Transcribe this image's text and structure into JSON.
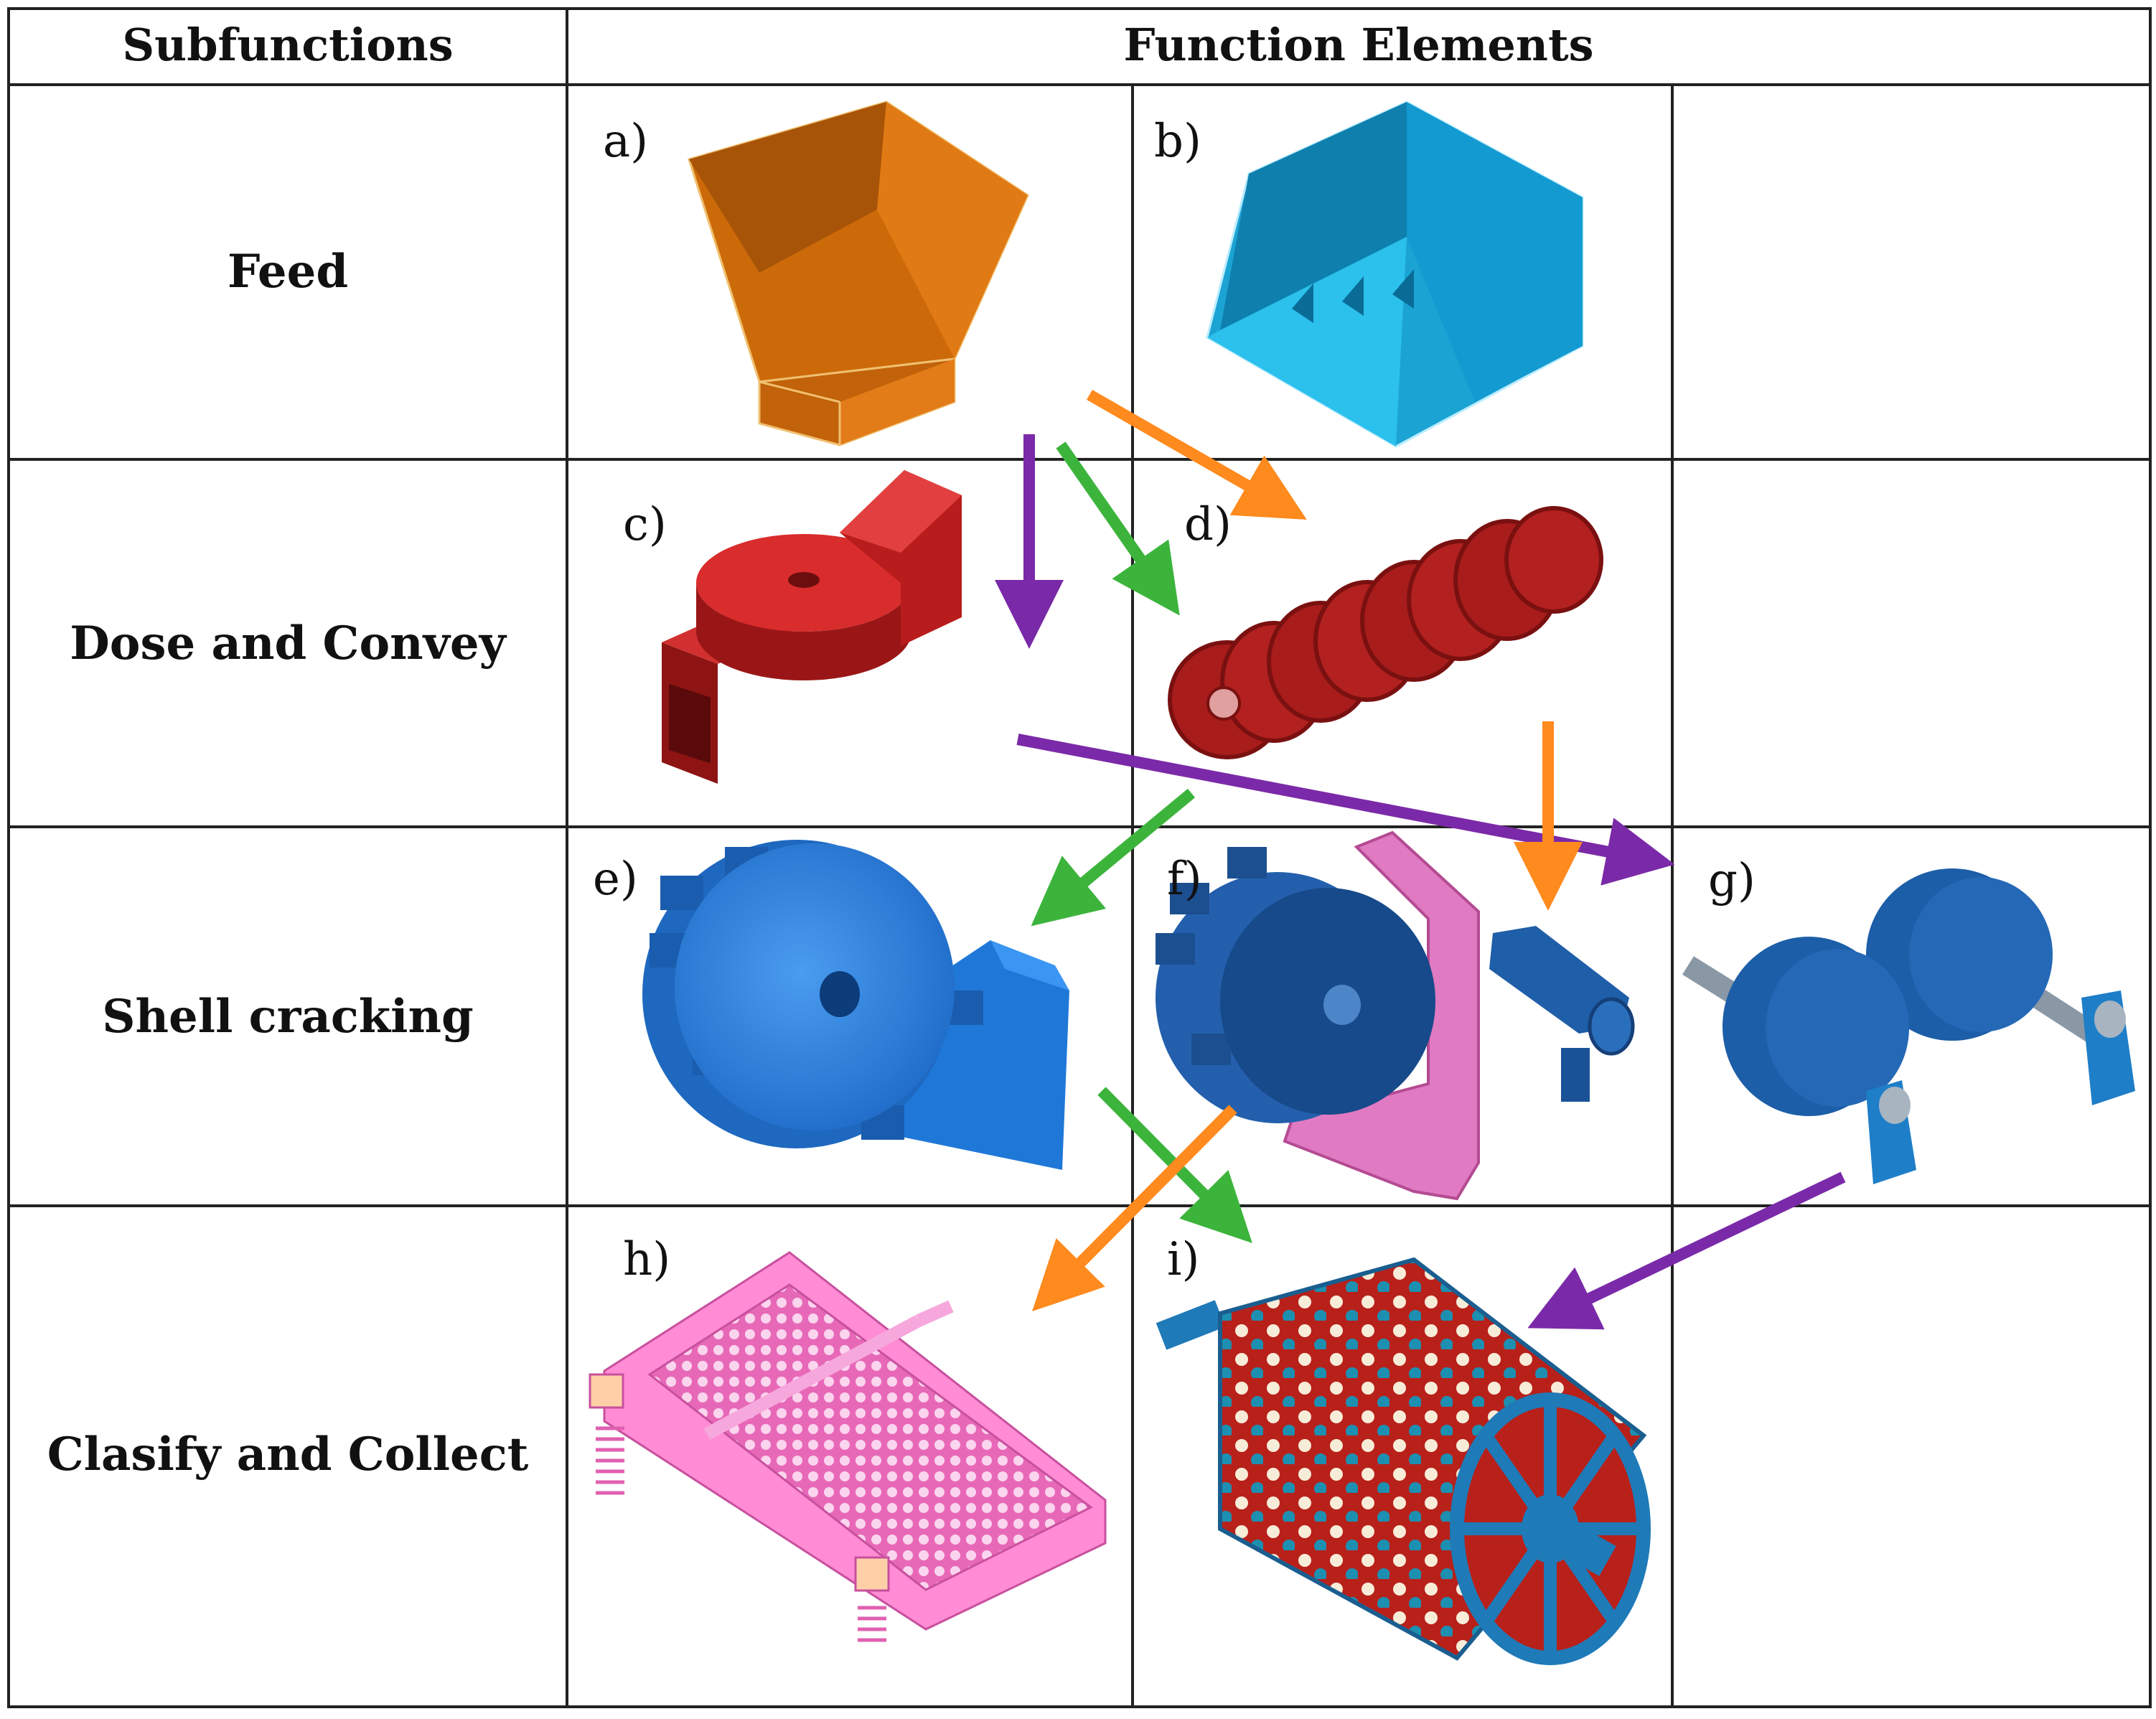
{
  "table": {
    "header_subfunctions": "Subfunctions",
    "header_function_elements": "Function Elements",
    "rows": [
      {
        "subfunction": "Feed"
      },
      {
        "subfunction": "Dose and Convey"
      },
      {
        "subfunction": "Shell cracking"
      },
      {
        "subfunction": "Clasify and Collect"
      }
    ]
  },
  "elements": [
    {
      "tag": "a)",
      "part": "hopper",
      "color": "#cc6a0a"
    },
    {
      "tag": "b)",
      "part": "feed-box",
      "color": "#1aa0cf"
    },
    {
      "tag": "c)",
      "part": "rotary-doser",
      "color": "#c42020"
    },
    {
      "tag": "d)",
      "part": "screw-conveyor",
      "color": "#a81c1c"
    },
    {
      "tag": "e)",
      "part": "cracking-drum-with-plate",
      "color": "#2a7fd8"
    },
    {
      "tag": "f)",
      "part": "cracking-drum-with-rack",
      "color": "#2466b8"
    },
    {
      "tag": "g)",
      "part": "double-roller-cracker",
      "color": "#2466b8"
    },
    {
      "tag": "h)",
      "part": "vibrating-sieve",
      "color": "#f07cc8"
    },
    {
      "tag": "i)",
      "part": "rotary-drum-sieve",
      "color": "#b8201a"
    }
  ],
  "arrow_colors": {
    "orange": "#ff8a1e",
    "green": "#3cb43c",
    "purple": "#7a2aa8"
  }
}
